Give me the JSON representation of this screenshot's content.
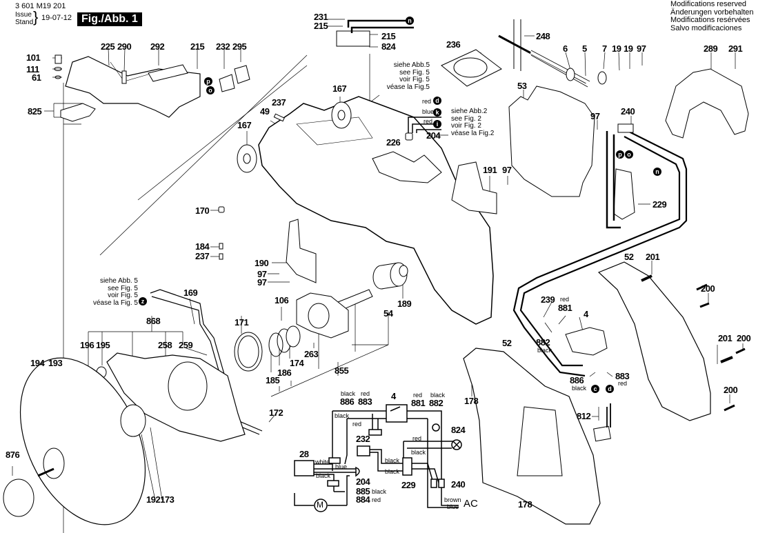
{
  "header": {
    "doc_number": "3 601 M19 201",
    "issue_label": "Issue",
    "stand_label": "Stand",
    "date": "19-07-12",
    "figure": "Fig./Abb. 1",
    "modifications": [
      "Modifications reserved",
      "Änderungen vorbehalten",
      "Modifications resérvées",
      "Salvo modificaciones"
    ]
  },
  "references": {
    "fig5_a": [
      "siehe Abb.5",
      "see Fig. 5",
      "voir Fig. 5",
      "véase la Fig.5"
    ],
    "fig2": [
      "siehe Abb.2",
      "see Fig. 2",
      "voir Fig. 2",
      "véase la Fig.2"
    ],
    "fig5_b": [
      "siehe Abb. 5",
      "see Fig. 5",
      "voir Fig. 5",
      "véase la Fig. 5"
    ]
  },
  "connectors": {
    "n": "n",
    "p": "p",
    "o": "o",
    "d": "d",
    "k": "k",
    "i": "i",
    "c": "c",
    "z": "z"
  },
  "parts": {
    "p101": "101",
    "p111": "111",
    "p61": "61",
    "p825": "825",
    "p225": "225",
    "p290": "290",
    "p292": "292",
    "p215a": "215",
    "p232": "232",
    "p295": "295",
    "p231": "231",
    "p215b": "215",
    "p215c": "215",
    "p824": "824",
    "p236": "236",
    "p248": "248",
    "p6": "6",
    "p5": "5",
    "p7": "7",
    "p19a": "19",
    "p19b": "19",
    "p97a": "97",
    "p289": "289",
    "p291": "291",
    "p167a": "167",
    "p167b": "167",
    "p237a": "237",
    "p49": "49",
    "p53": "53",
    "p97b": "97",
    "p240": "240",
    "p204": "204",
    "p226": "226",
    "p191": "191",
    "p97c": "97",
    "p229": "229",
    "p170": "170",
    "p184": "184",
    "p237b": "237",
    "p190": "190",
    "p97d": "97",
    "p97e": "97",
    "p52a": "52",
    "p201a": "201",
    "p200a": "200",
    "p201b": "201",
    "p200b": "200",
    "p200c": "200",
    "p169": "169",
    "p106": "106",
    "p189": "189",
    "p54": "54",
    "p171": "171",
    "p868": "868",
    "p196": "196",
    "p195": "195",
    "p258": "258",
    "p259": "259",
    "p263": "263",
    "p174": "174",
    "p186": "186",
    "p185": "185",
    "p855": "855",
    "p194": "194",
    "p193": "193",
    "p876": "876",
    "p192173": "192173",
    "p172": "172",
    "p239": "239",
    "p881": "881",
    "p882": "882",
    "p4": "4",
    "p886": "886",
    "p883": "883",
    "p812": "812",
    "p52b": "52",
    "p178a": "178",
    "p178b": "178"
  },
  "wire_colors": {
    "red": "red",
    "black": "black",
    "blue": "blue",
    "white": "white",
    "brown": "brown"
  },
  "schematic": {
    "p886": "886",
    "p883": "883",
    "p4": "4",
    "p881": "881",
    "p882": "882",
    "p824": "824",
    "p232": "232",
    "p28": "28",
    "p204": "204",
    "p885": "885",
    "p884": "884",
    "p229": "229",
    "p240": "240",
    "c886": "black",
    "c883": "red",
    "c881": "red",
    "c882": "black",
    "c885": "black",
    "c884": "red",
    "w_black_top": "black",
    "w_red_top": "red",
    "w_red_824": "red",
    "w_black_824": "black",
    "w_white": "white",
    "w_blue": "blue",
    "w_black_28": "black",
    "w_black_232a": "black",
    "w_black_232b": "black",
    "w_brown": "brown",
    "w_blue2": "blue",
    "ac": "AC",
    "motor": "M"
  }
}
